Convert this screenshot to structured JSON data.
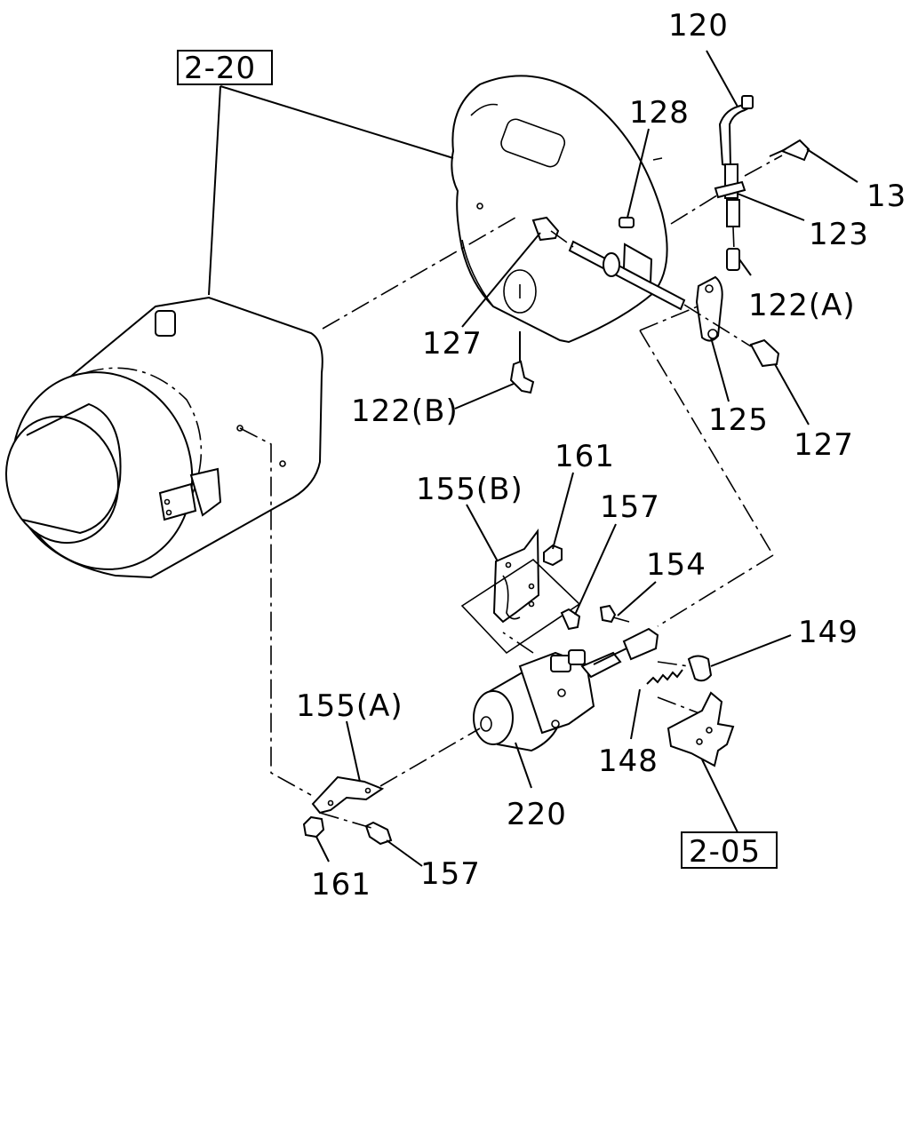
{
  "refs": {
    "r2_20": "2-20",
    "r2_05": "2-05"
  },
  "labels": {
    "l120": "120",
    "l128": "128",
    "l13": "13",
    "l123": "123",
    "l122a": "122(A)",
    "l127_upper": "127",
    "l122b": "122(B)",
    "l125": "125",
    "l127_right": "127",
    "l161_upper": "161",
    "l155b": "155(B)",
    "l157_upper": "157",
    "l154": "154",
    "l149": "149",
    "l155a": "155(A)",
    "l148": "148",
    "l220": "220",
    "l161_lower": "161",
    "l157_lower": "157"
  }
}
